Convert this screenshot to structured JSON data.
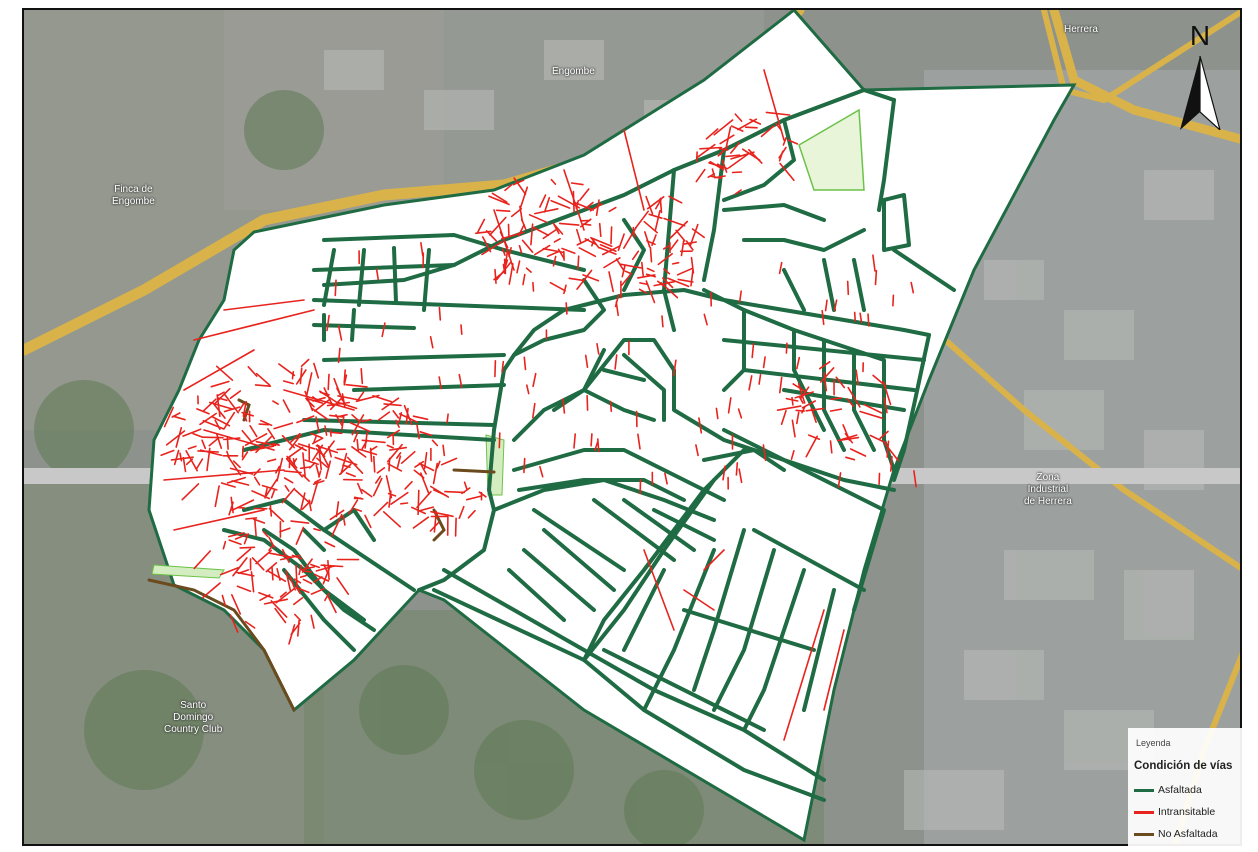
{
  "map": {
    "places": {
      "engombe": "Engombe",
      "herrera": "Herrera",
      "finca_line1": "Finca de",
      "finca_line2": "Engombe",
      "zona_line1": "Zona",
      "zona_line2": "Industrial",
      "zona_line3": "de Herrera",
      "country_line1": "Santo",
      "country_line2": "Domingo",
      "country_line3": "Country Club"
    },
    "north_arrow": {
      "letter": "N",
      "icon": "north-arrow-icon"
    },
    "colors": {
      "asfaltada": "#1f6b43",
      "intransitable": "#e8231d",
      "no_asfaltada": "#6b4a1e",
      "study_area_fill": "#ffffff",
      "highway": "#d9b34a",
      "green_space": "#6cc24a"
    }
  },
  "legend": {
    "title": "Leyenda",
    "subtitle": "Condición de vías",
    "items": [
      {
        "label": "Asfaltada",
        "color": "#1f6b43"
      },
      {
        "label": "Intransitable",
        "color": "#e8231d"
      },
      {
        "label": "No Asfaltada",
        "color": "#6b4a1e"
      }
    ]
  }
}
